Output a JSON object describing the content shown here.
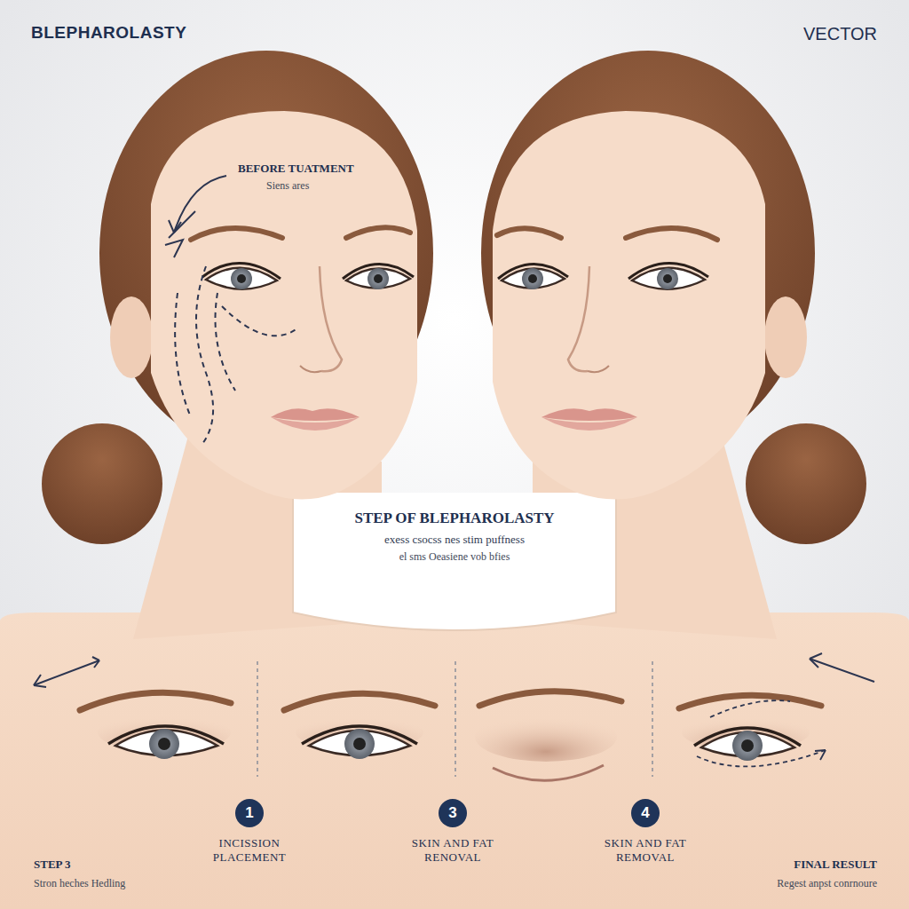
{
  "diagram": {
    "title": "BLEPHAROLASTY",
    "nodes": [
      {
        "text": [
          "1",
          "INCISSION PLACEMENT"
        ]
      },
      {
        "text": [
          "3",
          "SKIN AND FAT RENOVAL"
        ]
      },
      {
        "text": [
          "4",
          "SKIN AND FAT REMOVAL"
        ]
      }
    ],
    "labels": [
      "VECTOR",
      "BEFORE TUATMENT",
      "Siens ares",
      "STEP OF BLEPHAROLASTY",
      "exess csocss nes stim puffness",
      "el sms Oeasiene vob bfies",
      "STEP 3",
      "Stron heches Hedling",
      "FINAL RESULT",
      "Regest anpst conrnoure"
    ]
  }
}
